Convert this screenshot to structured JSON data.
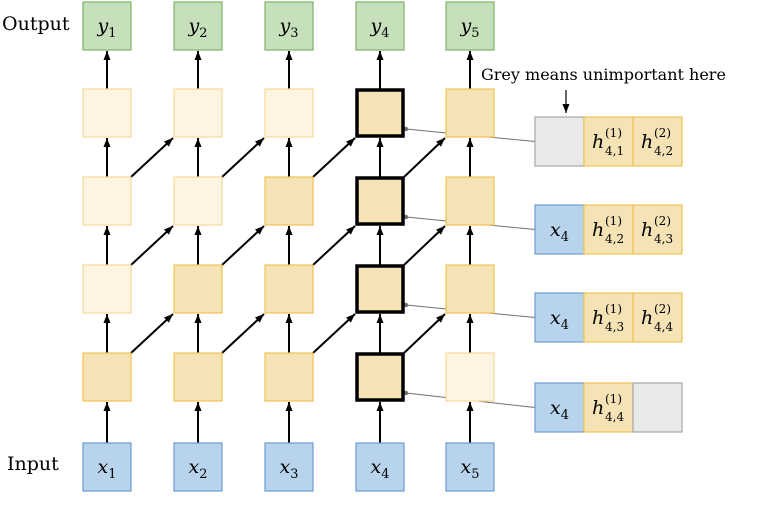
{
  "labels": {
    "output": "Output",
    "input": "Input",
    "note": "Grey means unimportant here"
  },
  "colors": {
    "blue_fill": "#b8d4ec",
    "blue_stroke": "#6d9ccf",
    "green_fill": "#c6e0bb",
    "green_stroke": "#7fb267",
    "tan_fill": "#f5e2b5",
    "tan_stroke": "#f1c34f",
    "pale_fill": "#fdf5e2",
    "pale_stroke": "#f5d99a",
    "grey_fill": "#e9e9e9",
    "grey_stroke": "#a8a8a8",
    "arrow": "#000000",
    "connector": "#707070"
  },
  "columns": [
    {
      "input": {
        "var": "x",
        "sub": "1"
      },
      "output": {
        "var": "y",
        "sub": "1"
      },
      "shades": [
        "tan",
        "pale",
        "pale",
        "pale"
      ],
      "bold": false
    },
    {
      "input": {
        "var": "x",
        "sub": "2"
      },
      "output": {
        "var": "y",
        "sub": "2"
      },
      "shades": [
        "tan",
        "tan",
        "pale",
        "pale"
      ],
      "bold": false
    },
    {
      "input": {
        "var": "x",
        "sub": "3"
      },
      "output": {
        "var": "y",
        "sub": "3"
      },
      "shades": [
        "tan",
        "tan",
        "tan",
        "pale"
      ],
      "bold": false
    },
    {
      "input": {
        "var": "x",
        "sub": "4"
      },
      "output": {
        "var": "y",
        "sub": "4"
      },
      "shades": [
        "tan",
        "tan",
        "tan",
        "tan"
      ],
      "bold": true
    },
    {
      "input": {
        "var": "x",
        "sub": "5"
      },
      "output": {
        "var": "y",
        "sub": "5"
      },
      "shades": [
        "pale",
        "tan",
        "tan",
        "tan"
      ],
      "bold": false
    }
  ],
  "state_boxes": [
    {
      "cells": [
        {
          "kind": "grey"
        },
        {
          "kind": "h",
          "sup": "(1)",
          "sub": "4,1"
        },
        {
          "kind": "h",
          "sup": "(2)",
          "sub": "4,2"
        }
      ]
    },
    {
      "cells": [
        {
          "kind": "x",
          "var": "x",
          "sub": "4"
        },
        {
          "kind": "h",
          "sup": "(1)",
          "sub": "4,2"
        },
        {
          "kind": "h",
          "sup": "(2)",
          "sub": "4,3"
        }
      ]
    },
    {
      "cells": [
        {
          "kind": "x",
          "var": "x",
          "sub": "4"
        },
        {
          "kind": "h",
          "sup": "(1)",
          "sub": "4,3"
        },
        {
          "kind": "h",
          "sup": "(2)",
          "sub": "4,4"
        }
      ]
    },
    {
      "cells": [
        {
          "kind": "x",
          "var": "x",
          "sub": "4"
        },
        {
          "kind": "h",
          "sup": "(1)",
          "sub": "4,4"
        },
        {
          "kind": "grey"
        }
      ]
    }
  ]
}
